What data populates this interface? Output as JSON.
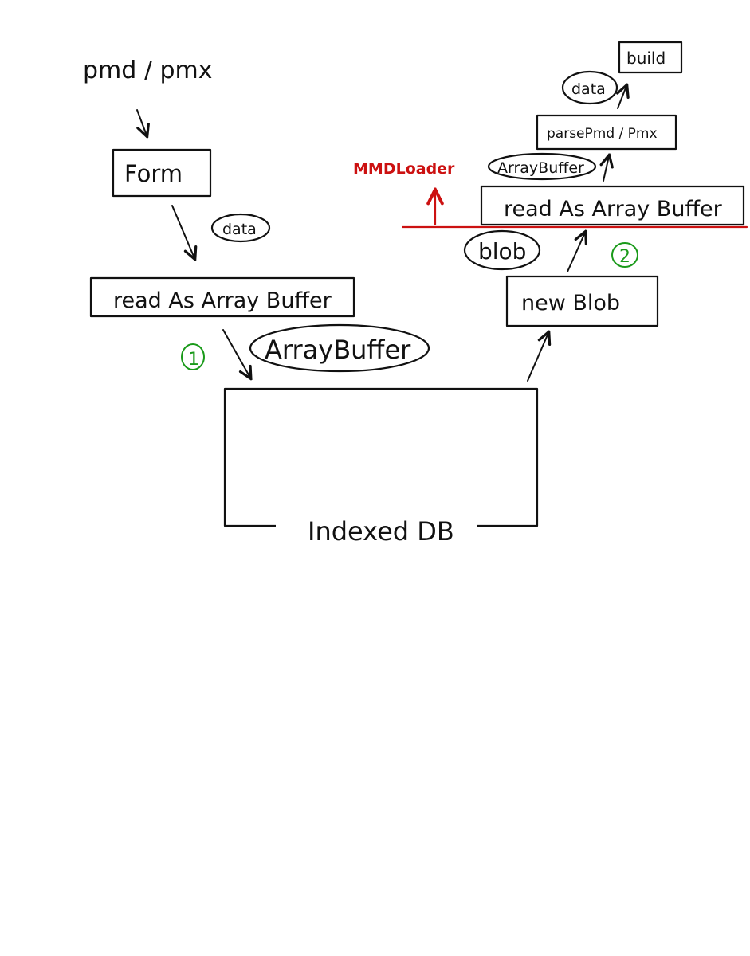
{
  "nodes": {
    "source": "pmd / pmx",
    "form": "Form",
    "read_left": "read As Array Buffer",
    "indexeddb": "Indexed DB",
    "new_blob": "new Blob",
    "read_right": "read As Array Buffer",
    "parse": "parsePmd / Pmx",
    "build": "build"
  },
  "edge_labels": {
    "data_left": "data",
    "arraybuffer_left": "ArrayBuffer",
    "blob": "blob",
    "arraybuffer_right": "ArrayBuffer",
    "data_right": "data"
  },
  "step_markers": {
    "step1": "1",
    "step2": "2"
  },
  "boundary": {
    "label": "MMDLoader"
  },
  "colors": {
    "ink": "#111111",
    "boundary": "#cc1111",
    "step_marker": "#1a9a1a"
  }
}
